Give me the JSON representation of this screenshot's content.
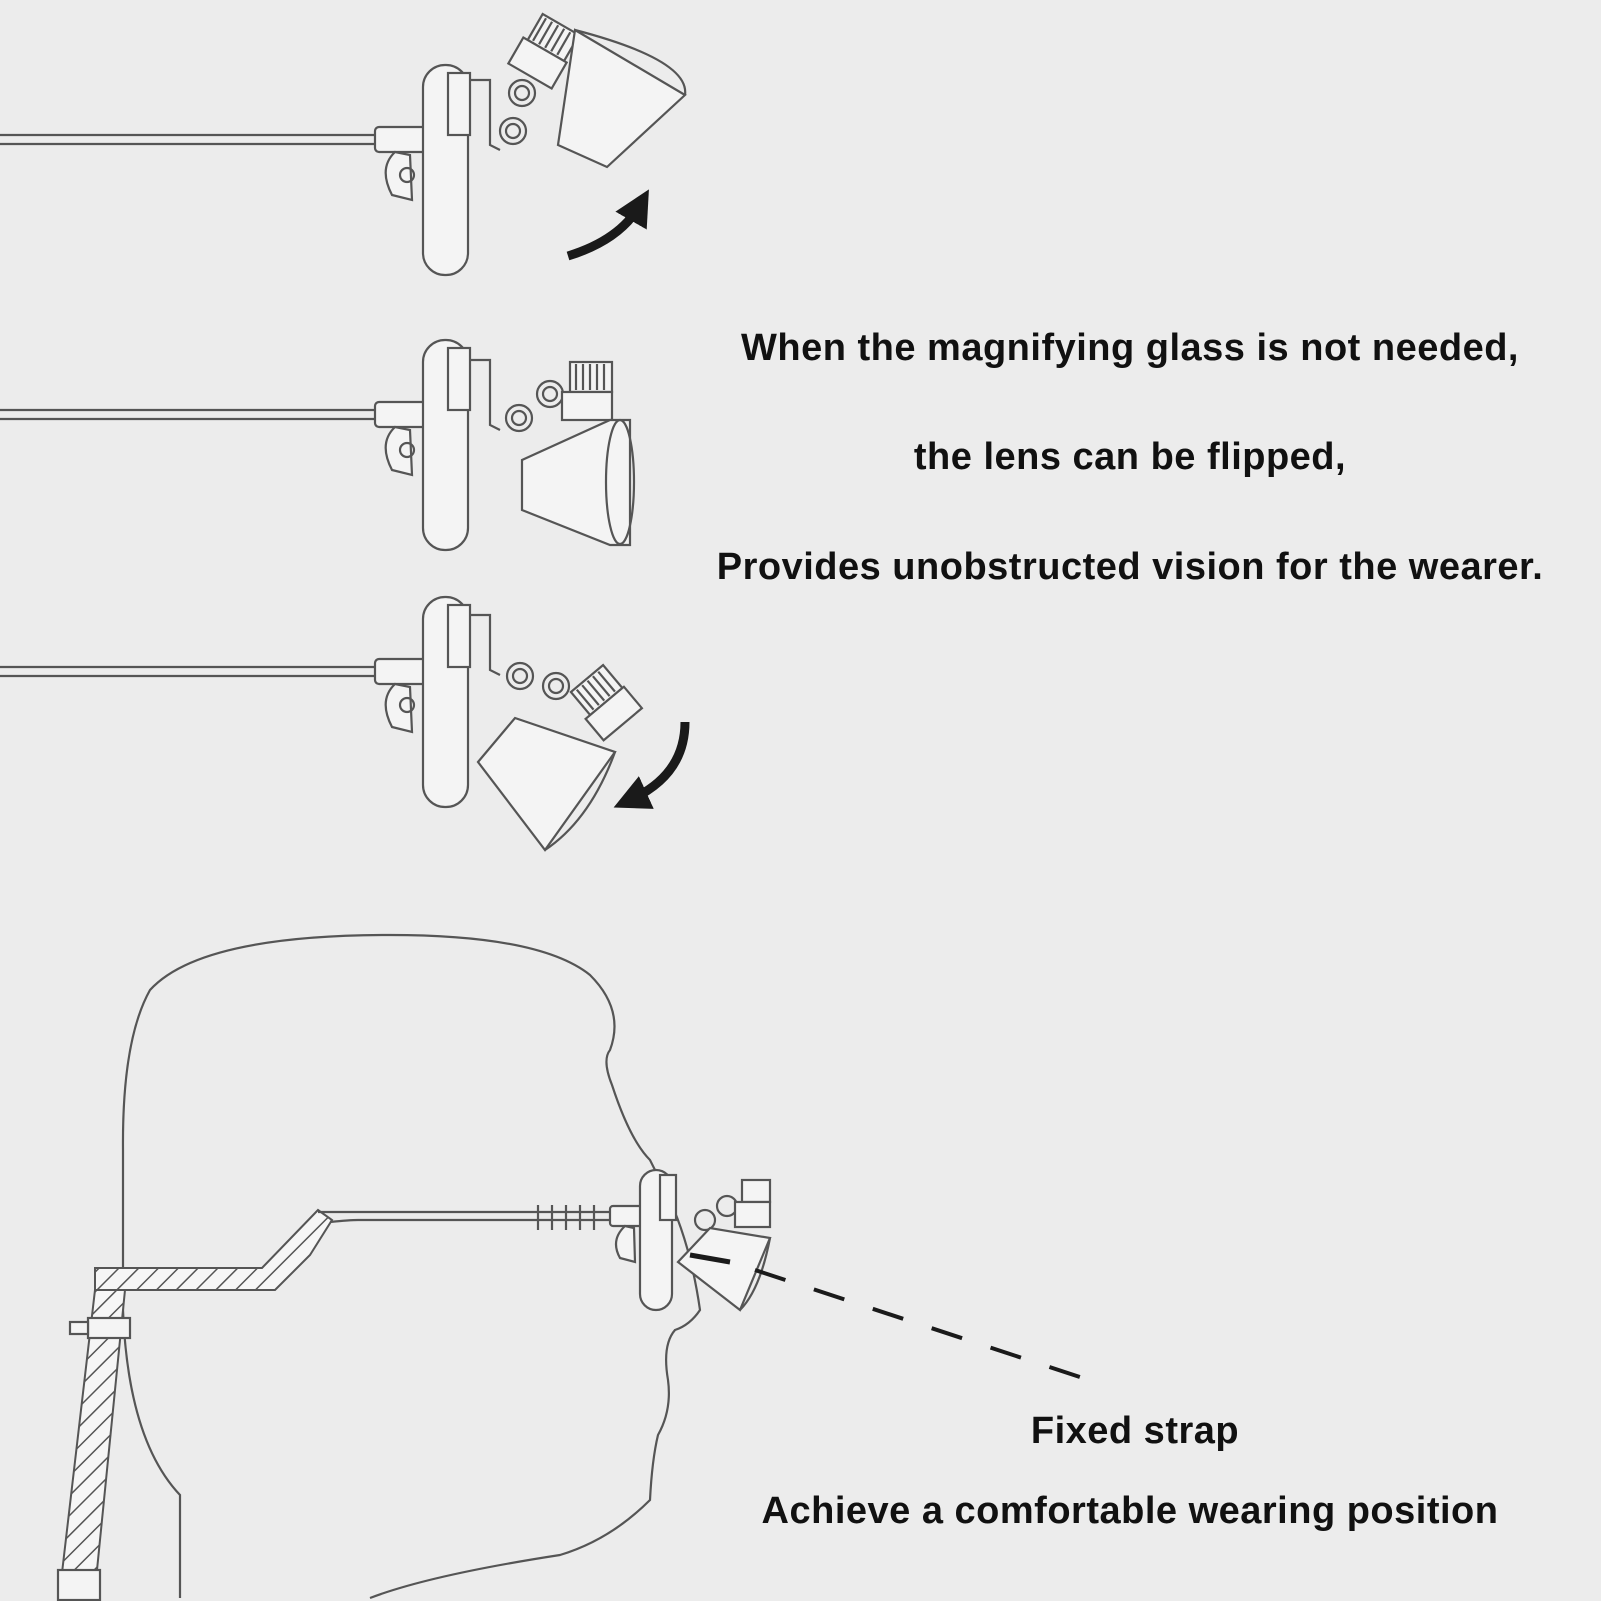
{
  "captions": {
    "flip_line1": "When the magnifying glass is not needed,",
    "flip_line2": "the lens can be flipped,",
    "flip_line3": "Provides unobstructed vision for the wearer.",
    "strap_title": "Fixed strap",
    "strap_desc": "Achieve a comfortable wearing position"
  },
  "colors": {
    "background": "#ececec",
    "line": "#555555",
    "arrow": "#1a1a1a"
  },
  "icons": [
    "curved-arrow-up-icon",
    "curved-arrow-down-icon"
  ]
}
